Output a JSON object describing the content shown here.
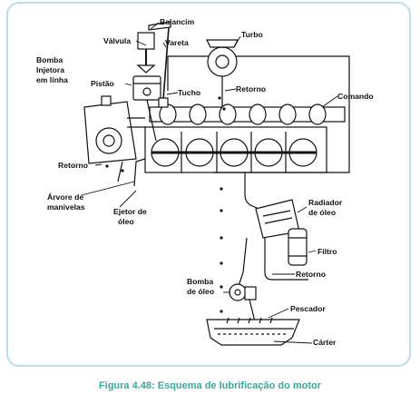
{
  "labels": {
    "balancim": "Balancim",
    "valvula": "Válvula",
    "vareta": "Vareta",
    "turbo": "Turbo",
    "bomba_injetora_1": "Bomba",
    "bomba_injetora_2": "Injetora",
    "bomba_injetora_3": "em linha",
    "pistao": "Pistão",
    "tucho": "Tucho",
    "retorno_top": "Retorno",
    "comando": "Comando",
    "retorno_left": "Retorno",
    "arvore_1": "Árvore de",
    "arvore_2": "manivelas",
    "ejetor_1": "Ejetor de",
    "ejetor_2": "óleo",
    "radiador_1": "Radiador",
    "radiador_2": "de óleo",
    "filtro": "Filtro",
    "retorno_right": "Retorno",
    "bomba_oleo_1": "Bomba",
    "bomba_oleo_2": "de óleo",
    "pescador": "Pescador",
    "carter": "Cárter"
  },
  "caption": "Figura 4.48: Esquema de lubrificação do motor",
  "colors": {
    "frame": "#b9dfe6",
    "caption": "#3aa79a",
    "ink": "#111111"
  }
}
